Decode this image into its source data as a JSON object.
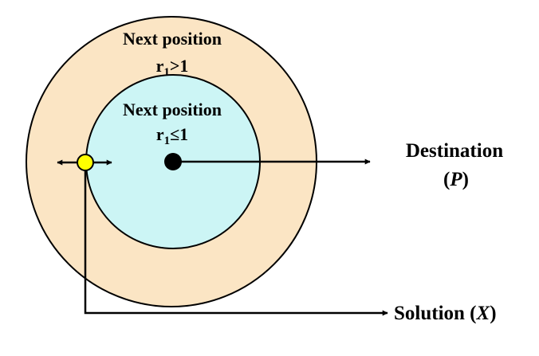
{
  "outer_region": {
    "label_line1": "Next position",
    "label_r": "r",
    "label_sub": "1",
    "label_condition": ">1"
  },
  "inner_region": {
    "label_line1": "Next position",
    "label_r": "r",
    "label_sub": "1",
    "label_condition": "≤1"
  },
  "destination": {
    "label": "Destination",
    "symbol_open": "(",
    "symbol": "P",
    "symbol_close": ")"
  },
  "solution": {
    "label": "Solution (",
    "symbol": "X",
    "symbol_close": ")"
  },
  "colors": {
    "outer_fill": "#fbe5c4",
    "inner_fill": "#ccf5f5",
    "solution_dot": "#ffff00",
    "destination_dot": "#000000",
    "stroke": "#000000"
  }
}
